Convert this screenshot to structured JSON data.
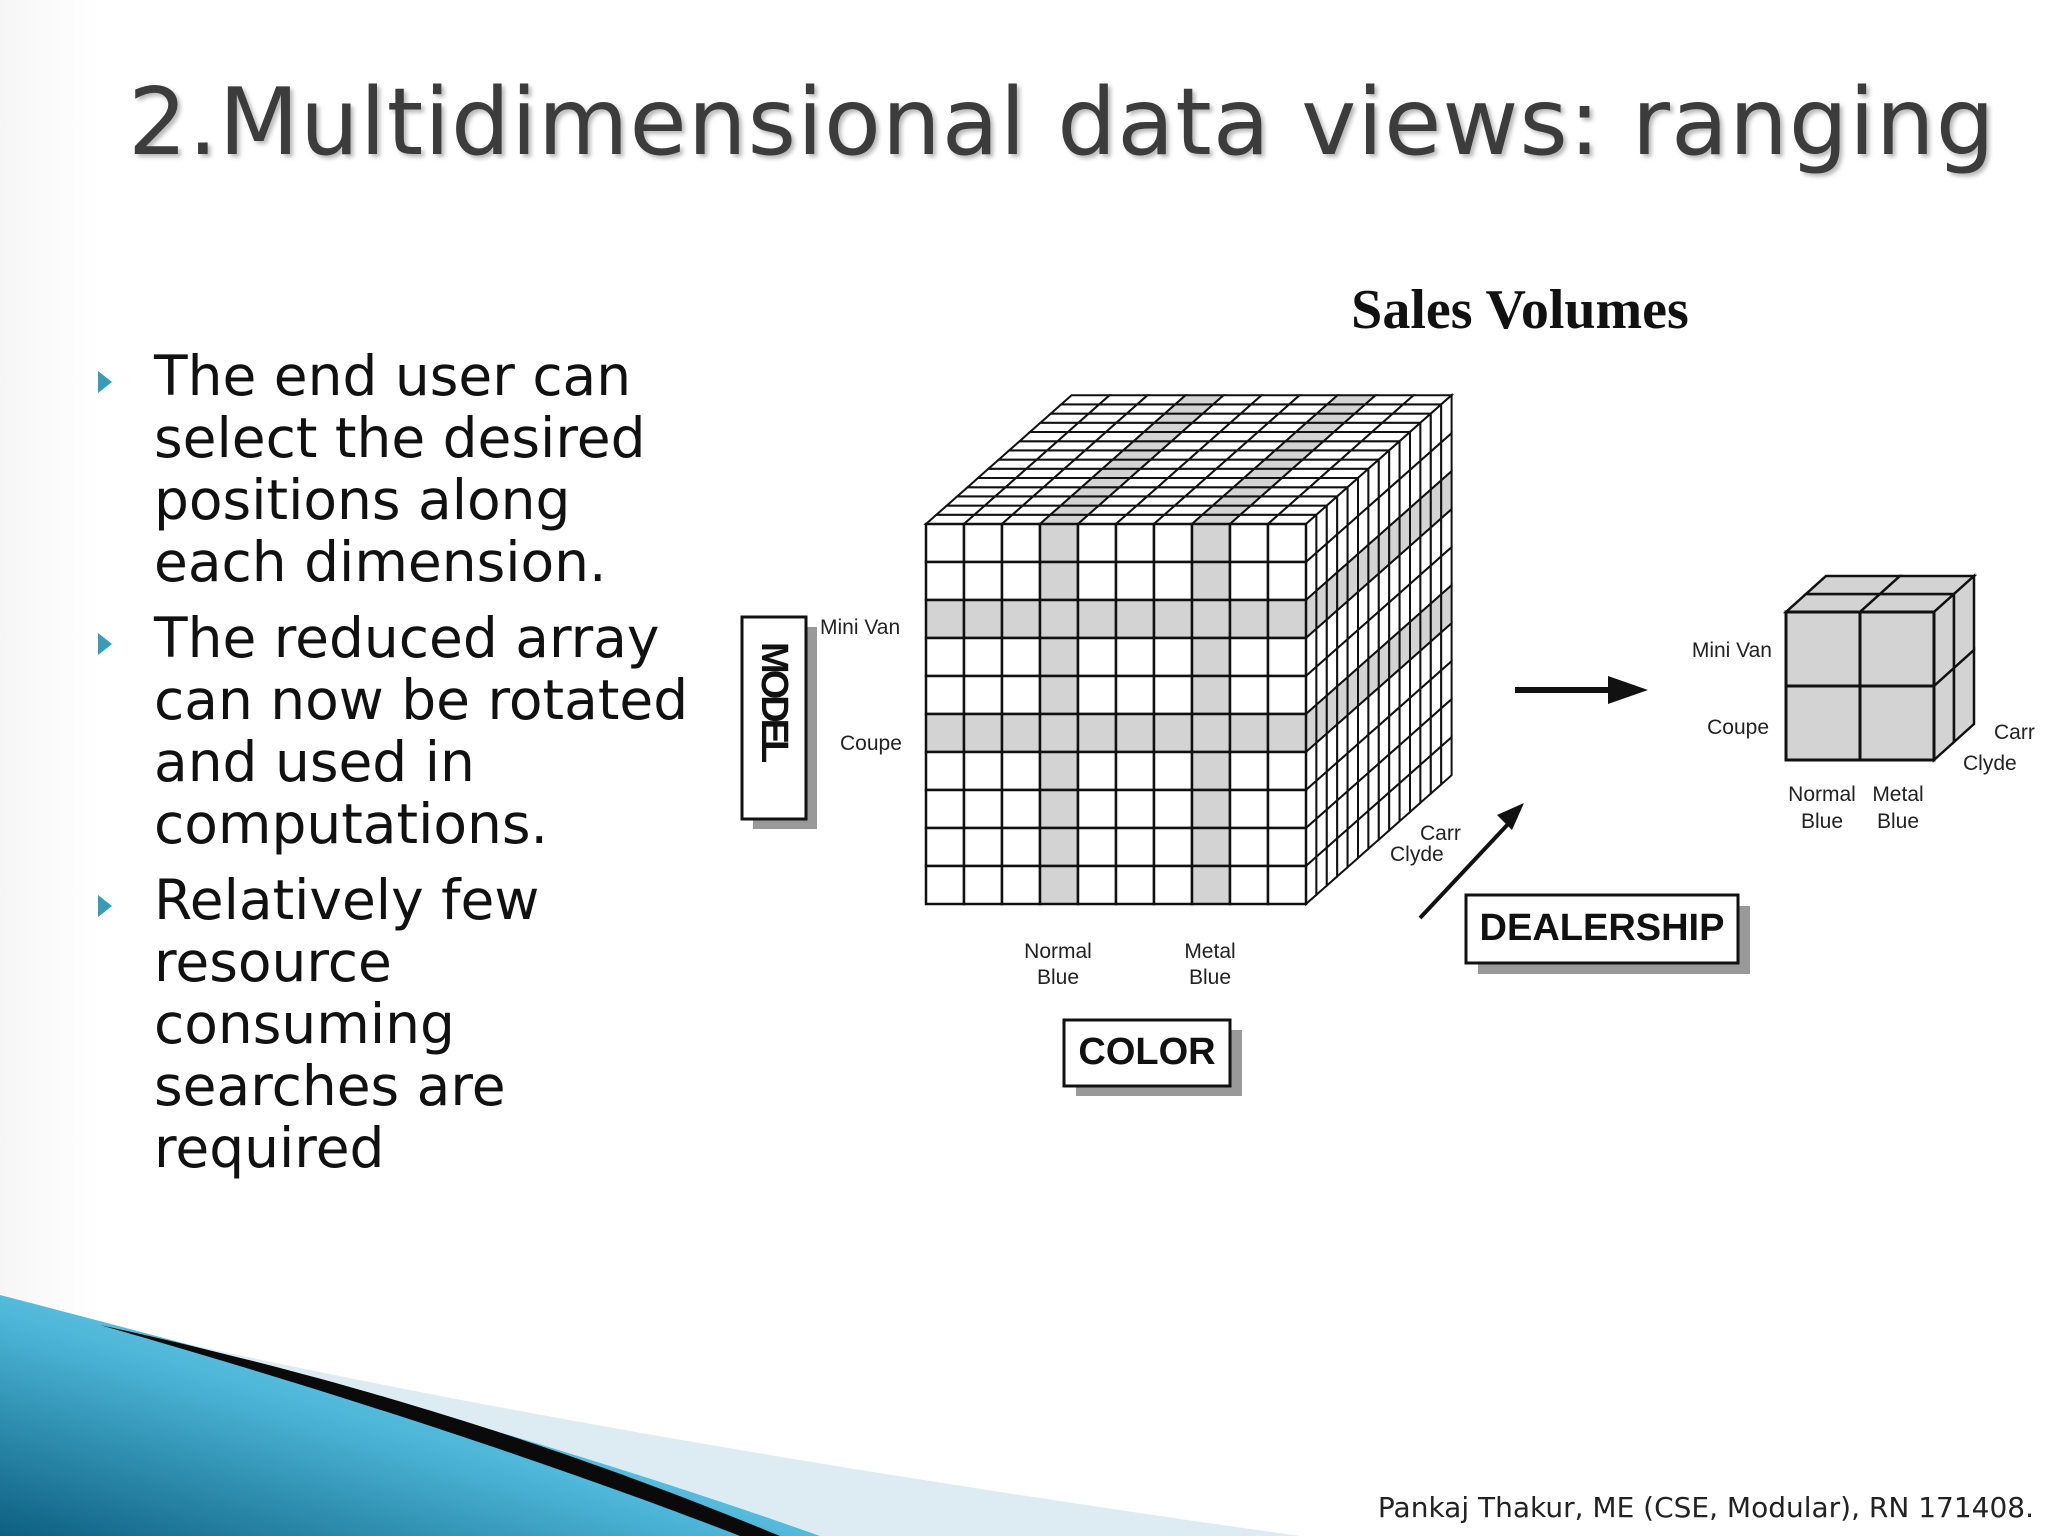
{
  "slide": {
    "title": "2.Multidimensional data views: ranging",
    "bullets": [
      "The end user can select the desired positions along each dimension.",
      "The reduced array can now be rotated and used in computations.",
      "Relatively few resource consuming searches are required"
    ],
    "footer": "Pankaj Thakur, ME (CSE, Modular), RN 171408."
  },
  "diagram": {
    "title": "Sales Volumes",
    "dimension_boxes": {
      "model": "MODEL",
      "color": "COLOR",
      "dealership": "DEALERSHIP"
    },
    "model_labels": [
      "Mini Van",
      "Coupe"
    ],
    "color_labels": [
      {
        "line1": "Normal",
        "line2": "Blue"
      },
      {
        "line1": "Metal",
        "line2": "Blue"
      }
    ],
    "dealership_labels": [
      "Carr",
      "Clyde"
    ],
    "colors": {
      "highlight": "#d3d3d3",
      "grid_line": "#111111",
      "bullet": "#3a9ab8",
      "box_shadow": "#999999"
    }
  }
}
